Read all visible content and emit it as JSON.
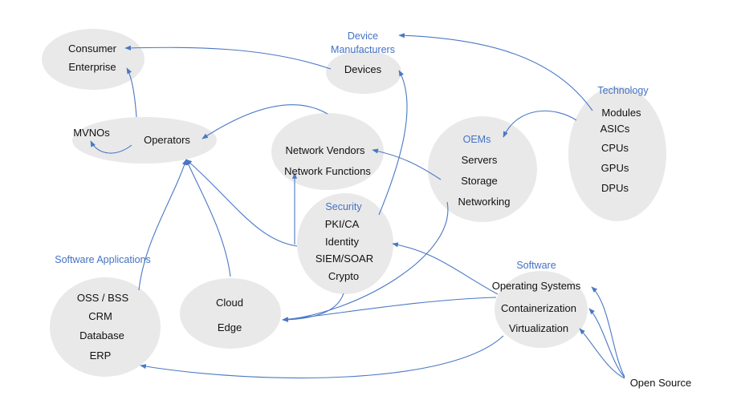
{
  "colors": {
    "node_fill": "#e9e9e9",
    "category_label": "#4472c4",
    "edge": "#4a78c5",
    "text": "#111111"
  },
  "groups": {
    "consumer": {
      "items": [
        "Consumer",
        "Enterprise"
      ]
    },
    "device_manufacturers": {
      "title_lines": [
        "Device",
        "Manufacturers"
      ],
      "items": [
        "Devices"
      ]
    },
    "technology": {
      "title": "Technology",
      "items": [
        "Modules",
        "ASICs",
        "CPUs",
        "GPUs",
        "DPUs"
      ]
    },
    "operators": {
      "items": [
        "MVNOs",
        "Operators"
      ]
    },
    "network_vendors": {
      "items": [
        "Network Vendors",
        "Network Functions"
      ]
    },
    "oems": {
      "title": "OEMs",
      "items": [
        "Servers",
        "Storage",
        "Networking"
      ]
    },
    "security": {
      "title": "Security",
      "items": [
        "PKI/CA",
        "Identity",
        "SIEM/SOAR",
        "Crypto"
      ]
    },
    "software_applications": {
      "title": "Software Applications",
      "items": [
        "OSS / BSS",
        "CRM",
        "Database",
        "ERP"
      ]
    },
    "cloud": {
      "items": [
        "Cloud",
        "Edge"
      ]
    },
    "software": {
      "title": "Software",
      "items": [
        "Operating Systems",
        "Containerization",
        "Virtualization"
      ]
    },
    "open_source": {
      "items": [
        "Open Source"
      ]
    }
  }
}
